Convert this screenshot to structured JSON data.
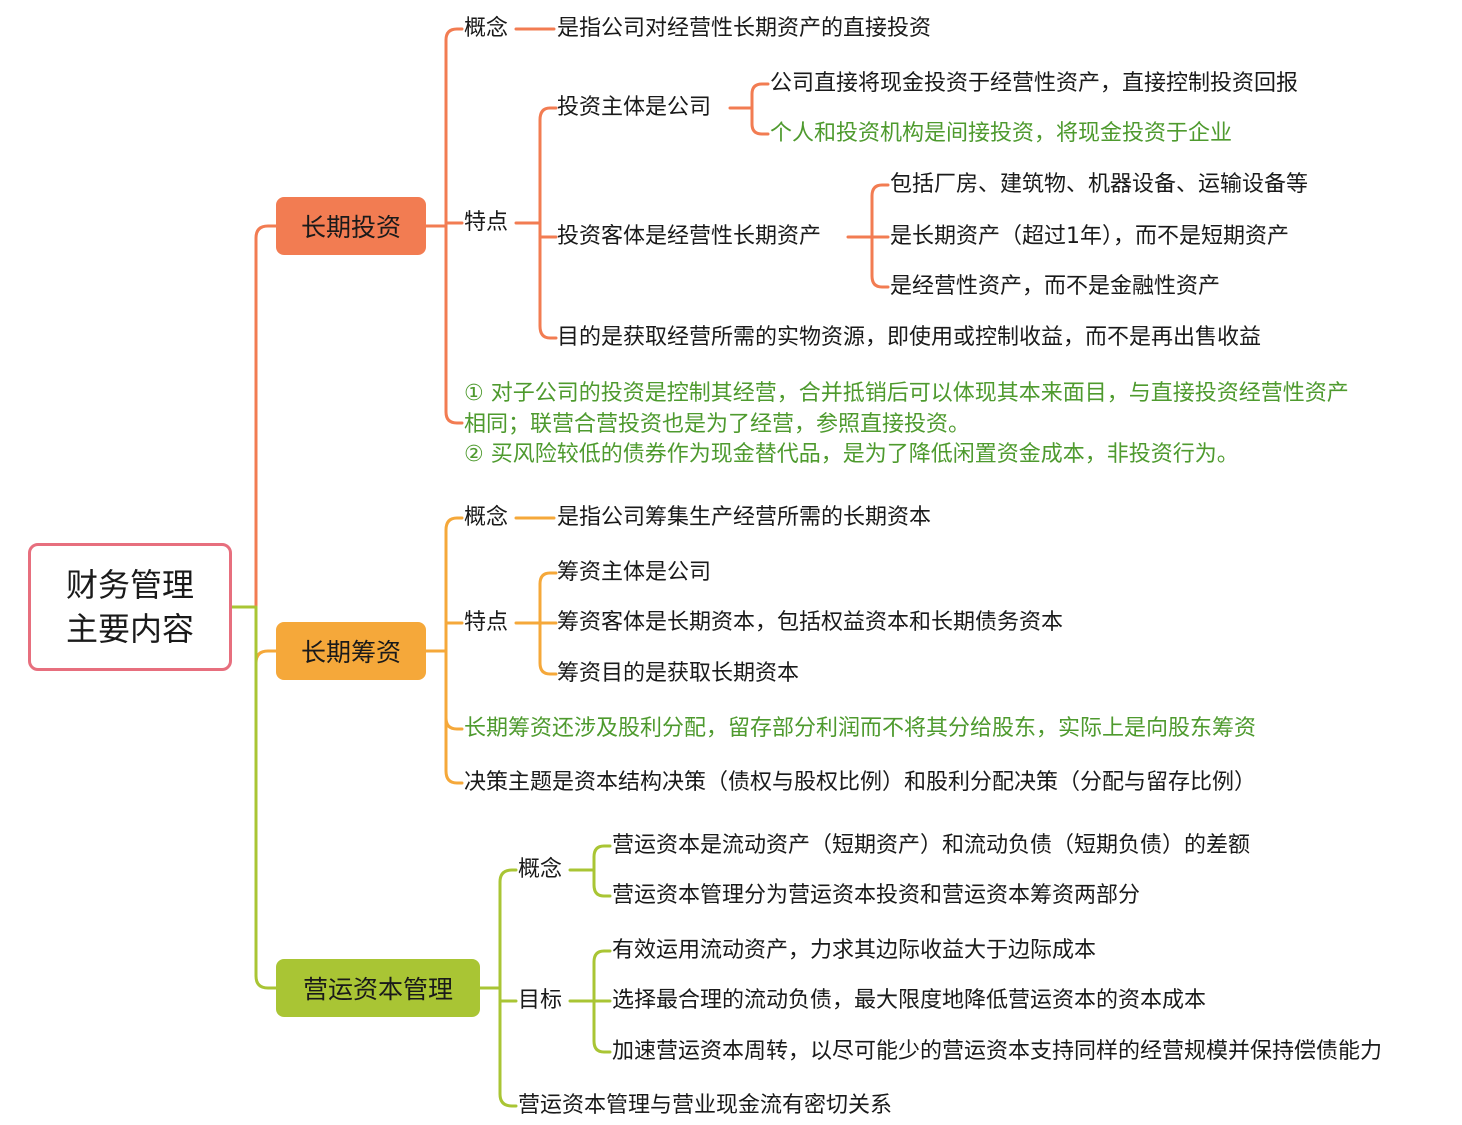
{
  "colors": {
    "red": "#f27c52",
    "orange": "#f5a83a",
    "lime": "#a9c534",
    "root_border": "#e76f7e",
    "green_text": "#4e9a2e"
  },
  "root": {
    "label": "财务管理主要内容"
  },
  "invest": {
    "title": "长期投资",
    "concept_label": "概念",
    "concept_text": "是指公司对经营性长期资产的直接投资",
    "features_label": "特点",
    "subject": {
      "label": "投资主体是公司",
      "items": [
        "公司直接将现金投资于经营性资产，直接控制投资回报",
        "个人和投资机构是间接投资，将现金投资于企业"
      ]
    },
    "object": {
      "label": "投资客体是经营性长期资产",
      "items": [
        "包括厂房、建筑物、机器设备、运输设备等",
        "是长期资产（超过1年），而不是短期资产",
        "是经营性资产，而不是金融性资产"
      ]
    },
    "purpose": "目的是获取经营所需的实物资源，即使用或控制收益，而不是再出售收益",
    "note1": "① 对子公司的投资是控制其经营，合并抵销后可以体现其本来面目，与直接投资经营性资产相同；联营合营投资也是为了经营，参照直接投资。",
    "note2": "② 买风险较低的债券作为现金替代品，是为了降低闲置资金成本，非投资行为。"
  },
  "financing": {
    "title": "长期筹资",
    "concept_label": "概念",
    "concept_text": "是指公司筹集生产经营所需的长期资本",
    "features_label": "特点",
    "features": [
      "筹资主体是公司",
      "筹资客体是长期资本，包括权益资本和长期债务资本",
      "筹资目的是获取长期资本"
    ],
    "dividend_note": "长期筹资还涉及股利分配，留存部分利润而不将其分给股东，实际上是向股东筹资",
    "decision": "决策主题是资本结构决策（债权与股权比例）和股利分配决策（分配与留存比例）"
  },
  "working": {
    "title": "营运资本管理",
    "concept_label": "概念",
    "concepts": [
      "营运资本是流动资产（短期资产）和流动负债（短期负债）的差额",
      "营运资本管理分为营运资本投资和营运资本筹资两部分"
    ],
    "goal_label": "目标",
    "goals": [
      "有效运用流动资产，力求其边际收益大于边际成本",
      "选择最合理的流动负债，最大限度地降低营运资本的资本成本",
      "加速营运资本周转，以尽可能少的营运资本支持同样的经营规模并保持偿债能力"
    ],
    "relation": "营运资本管理与营业现金流有密切关系"
  }
}
